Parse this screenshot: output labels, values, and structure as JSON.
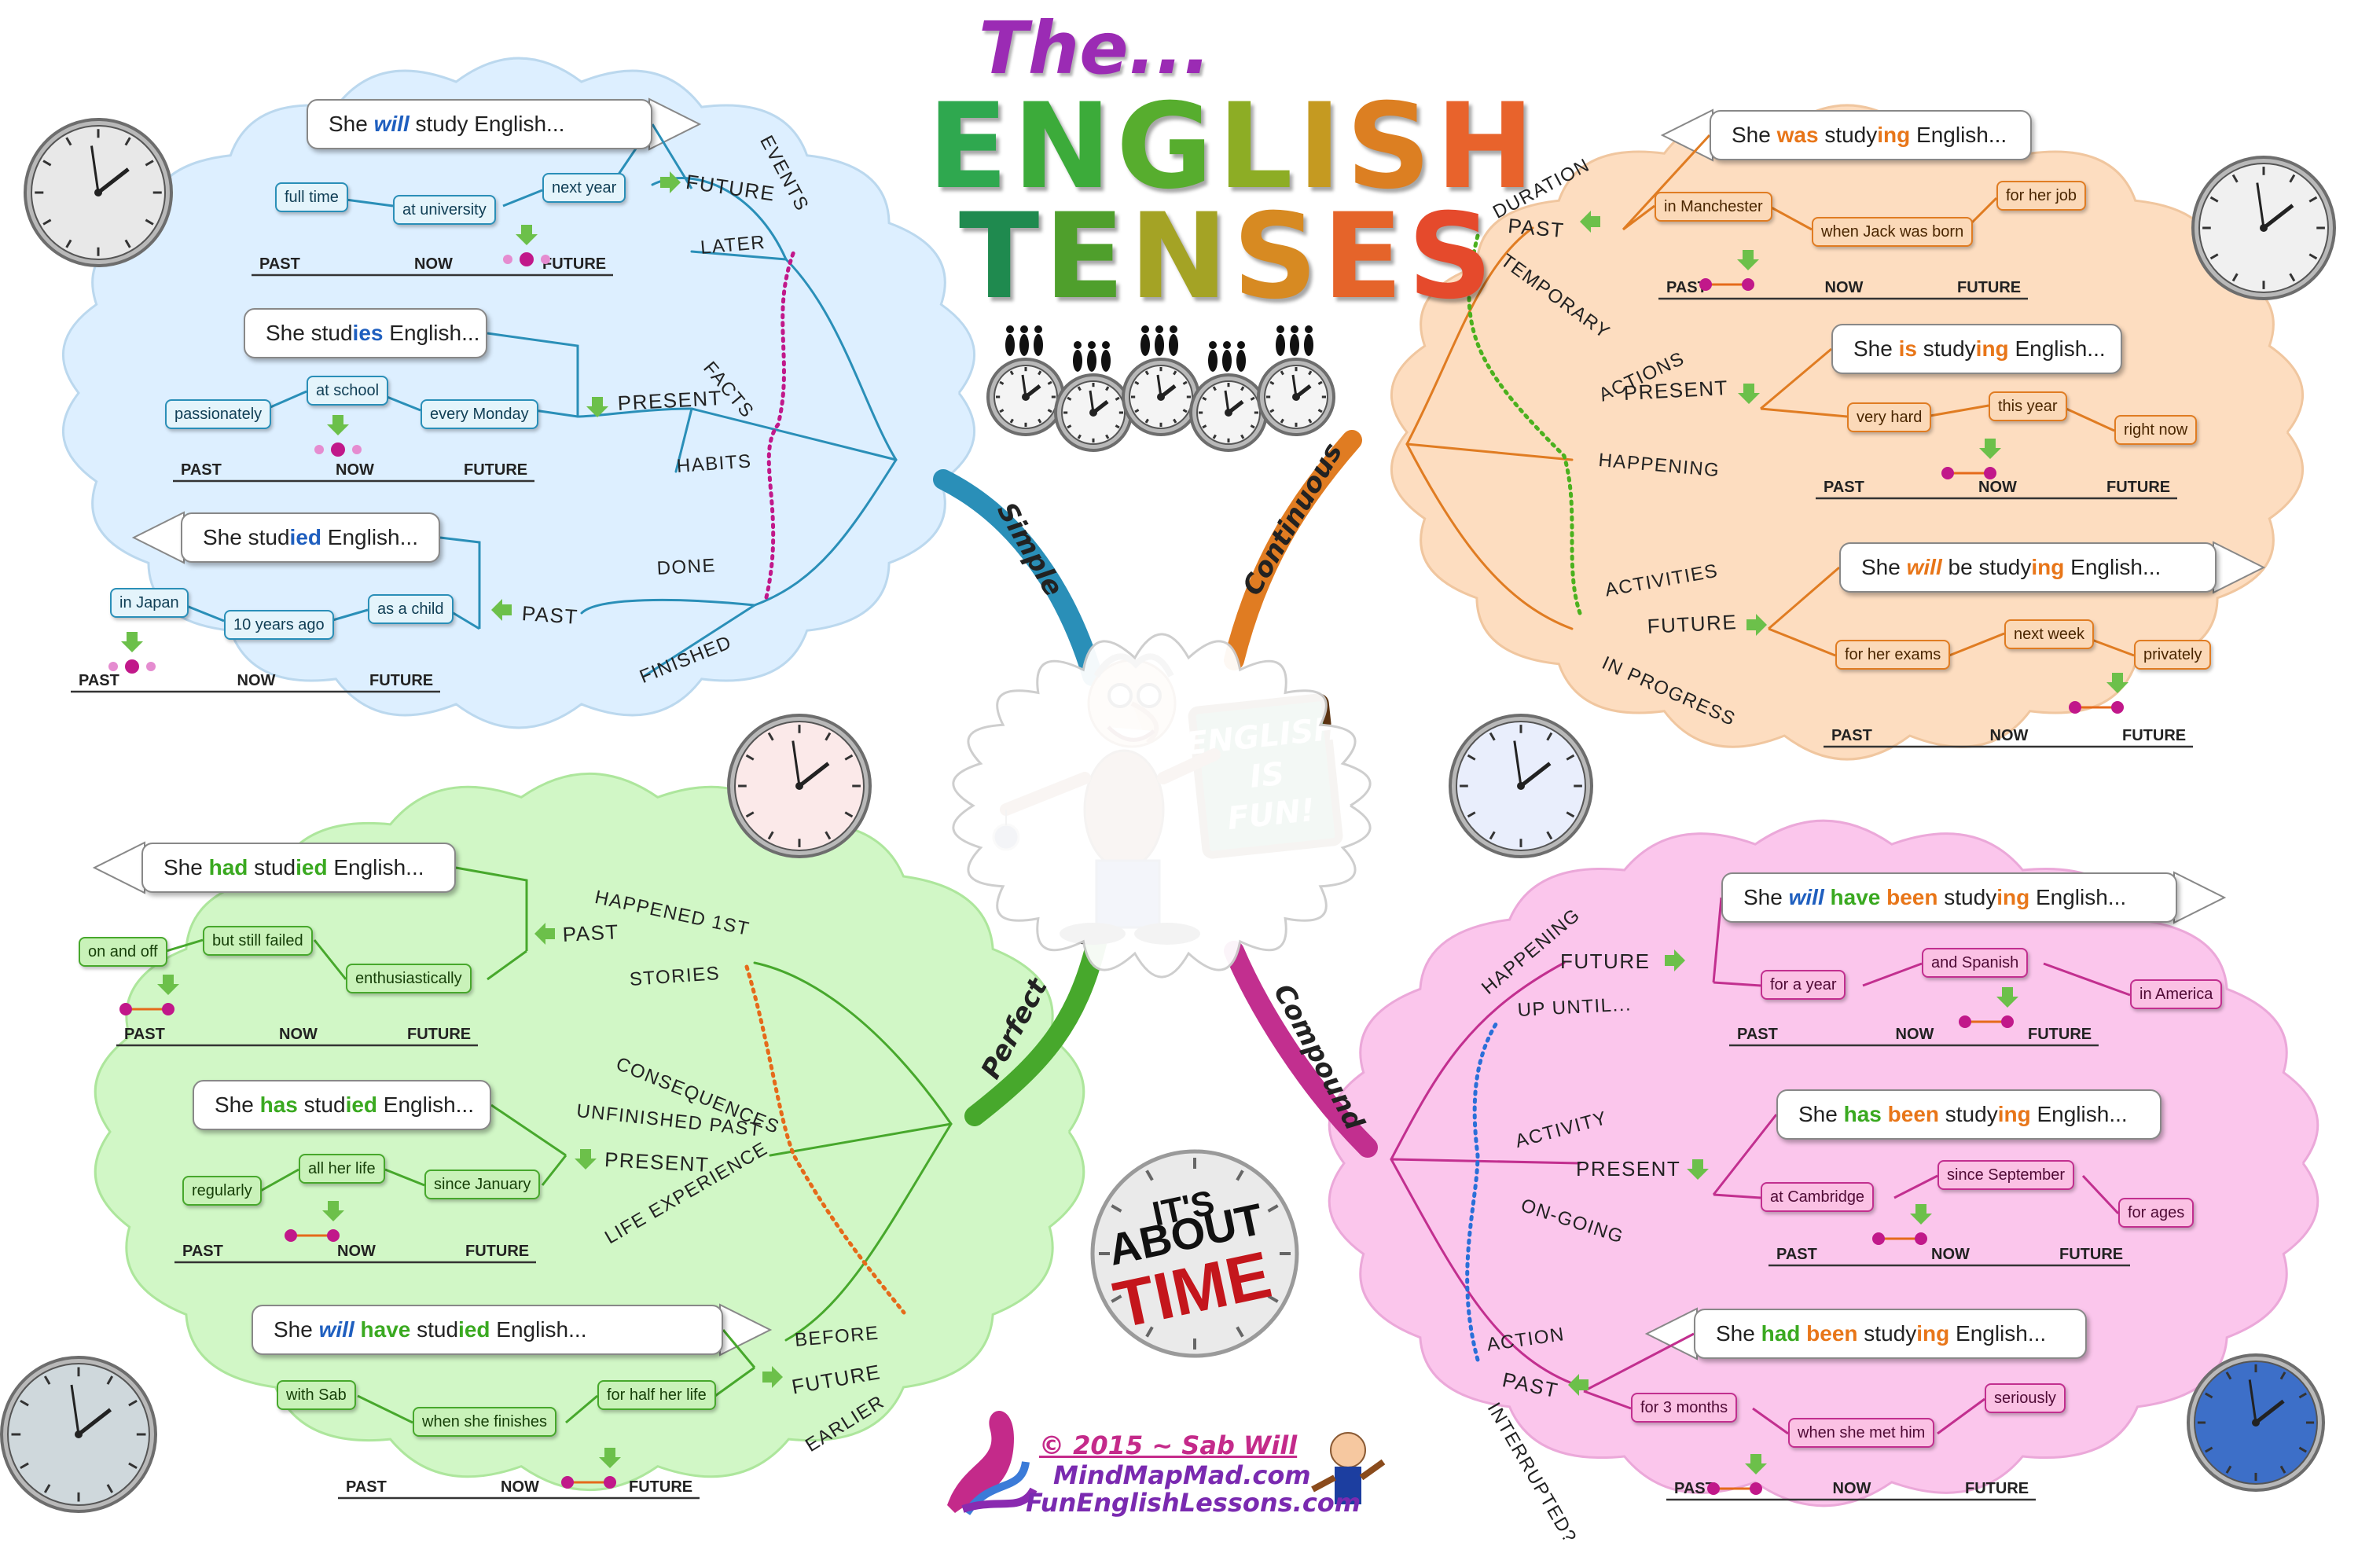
{
  "title": {
    "the": "The...",
    "line1": "ENGLISH",
    "line2": "TENSES",
    "line1_colors": [
      "#2fa84f",
      "#3cab3a",
      "#57ad2e",
      "#8dad25",
      "#c59a21",
      "#dc7f22",
      "#e8632c"
    ],
    "line2_colors": [
      "#1f8a4f",
      "#4f9f2c",
      "#a4a325",
      "#d78a22",
      "#e5642a",
      "#e54a2c"
    ]
  },
  "center": {
    "board_text": [
      "ENGLISH",
      "IS",
      "FUN!"
    ],
    "icon": "professor-icon"
  },
  "branches": {
    "simple": "Simple",
    "continuous": "Continuous",
    "perfect": "Perfect",
    "compound": "Compound"
  },
  "time_labels": {
    "past": "PAST",
    "now": "NOW",
    "future": "FUTURE"
  },
  "simple": {
    "future": {
      "callout": [
        "She ",
        "will",
        " study",
        " English..."
      ],
      "label": "FUTURE",
      "boxes": [
        "full time",
        "at university",
        "next year"
      ],
      "tags": [
        "EVENTS",
        "LATER"
      ]
    },
    "present": {
      "callout": [
        "She ",
        "stud",
        "ies",
        " English..."
      ],
      "label": "PRESENT",
      "boxes": [
        "passionately",
        "at school",
        "every Monday"
      ],
      "tags": [
        "FACTS",
        "HABITS"
      ]
    },
    "past": {
      "callout": [
        "She ",
        "stud",
        "ied",
        " English..."
      ],
      "label": "PAST",
      "boxes": [
        "in Japan",
        "10 years ago",
        "as a child"
      ],
      "tags": [
        "DONE",
        "FINISHED"
      ]
    }
  },
  "continuous": {
    "past": {
      "callout": [
        "She ",
        "was",
        " study",
        "ing",
        " English..."
      ],
      "label": "PAST",
      "boxes": [
        "in Manchester",
        "when Jack was born",
        "for her job"
      ],
      "tags": [
        "DURATION",
        "TEMPORARY"
      ]
    },
    "present": {
      "callout": [
        "She ",
        "is",
        " study",
        "ing",
        " English..."
      ],
      "label": "PRESENT",
      "boxes": [
        "very hard",
        "this year",
        "right now"
      ],
      "tags": [
        "ACTIONS",
        "HAPPENING"
      ]
    },
    "future": {
      "callout": [
        "She ",
        "will",
        " be",
        " study",
        "ing",
        " English..."
      ],
      "label": "FUTURE",
      "boxes": [
        "for her exams",
        "next week",
        "privately"
      ],
      "tags": [
        "ACTIVITIES",
        "IN PROGRESS"
      ]
    }
  },
  "perfect": {
    "past": {
      "callout": [
        "She ",
        "had",
        " stud",
        "ied",
        " English..."
      ],
      "label": "PAST",
      "boxes": [
        "on and off",
        "but still failed",
        "enthusiastically"
      ],
      "tags": [
        "HAPPENED 1ST",
        "STORIES"
      ]
    },
    "present": {
      "callout": [
        "She ",
        "has",
        " stud",
        "ied",
        " English..."
      ],
      "label": "PRESENT",
      "boxes": [
        "regularly",
        "all her life",
        "since January"
      ],
      "tags": [
        "CONSEQUENCES",
        "UNFINISHED PAST",
        "LIFE EXPERIENCE"
      ]
    },
    "future": {
      "callout": [
        "She ",
        "will",
        " have",
        " stud",
        "ied",
        " English..."
      ],
      "label": "FUTURE",
      "boxes": [
        "with Sab",
        "when she finishes",
        "for half her life"
      ],
      "tags": [
        "BEFORE",
        "EARLIER"
      ]
    }
  },
  "compound": {
    "future": {
      "callout": [
        "She ",
        "will",
        " have",
        " been",
        " study",
        "ing",
        " English..."
      ],
      "label": "FUTURE",
      "boxes": [
        "for a year",
        "and Spanish",
        "in America"
      ],
      "tags": [
        "HAPPENING",
        "UP UNTIL..."
      ]
    },
    "present": {
      "callout": [
        "She ",
        "has",
        " been",
        " study",
        "ing",
        " English..."
      ],
      "label": "PRESENT",
      "boxes": [
        "at Cambridge",
        "since September",
        "for ages"
      ],
      "tags": [
        "ACTIVITY",
        "ON-GOING"
      ]
    },
    "past": {
      "callout": [
        "She ",
        "had",
        " been",
        " study",
        "ing",
        " English..."
      ],
      "label": "PAST",
      "boxes": [
        "for 3 months",
        "when she met him",
        "seriously"
      ],
      "tags": [
        "ACTION",
        "INTERRUPTED?"
      ]
    }
  },
  "badge": {
    "line1": "IT'S",
    "line2": "ABOUT",
    "line3": "TIME"
  },
  "credits": {
    "copyright": "© 2015 ~ Sab Will",
    "site1": "MindMapMad.com",
    "site2": "FunEnglishLessons.com"
  },
  "colors": {
    "blue": "#2a8fb8",
    "orange": "#e07c22",
    "green": "#47a82c",
    "pink": "#c22f8f",
    "cloud_blue": "#dcefff",
    "cloud_orange": "#fddcbd",
    "cloud_green": "#cff7c4",
    "cloud_pink": "#fbc3ec"
  }
}
